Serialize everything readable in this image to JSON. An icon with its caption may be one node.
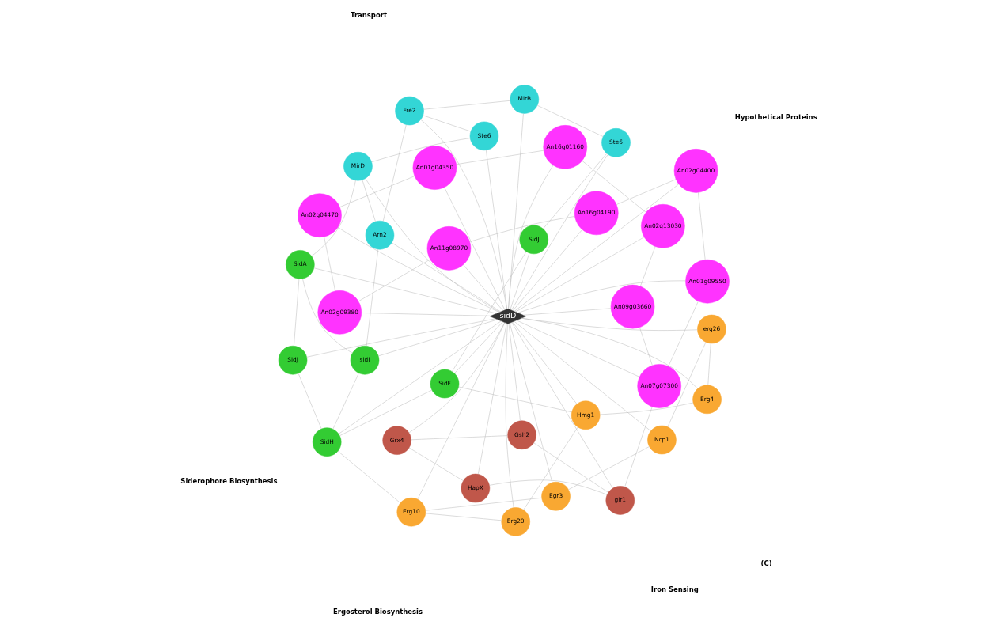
{
  "diagram": {
    "nodes": [
      {
        "text": [
          "glr1"
        ]
      },
      {
        "text": [
          "Gsh2"
        ]
      },
      {
        "text": [
          "HapX"
        ]
      },
      {
        "text": [
          "Grx4"
        ]
      },
      {
        "text": [
          "Egr3"
        ]
      },
      {
        "text": [
          "Ncp1"
        ]
      },
      {
        "text": [
          "Erg10"
        ]
      },
      {
        "text": [
          "erg26"
        ]
      },
      {
        "text": [
          "Erg20"
        ]
      },
      {
        "text": [
          "Erg4"
        ]
      },
      {
        "text": [
          "Hmg1"
        ]
      },
      {
        "text": [
          "An07g07300"
        ]
      },
      {
        "text": [
          "An01g09550"
        ]
      },
      {
        "text": [
          "An09g03660"
        ]
      },
      {
        "text": [
          "An02g04400"
        ]
      },
      {
        "text": [
          "An02g13030"
        ]
      },
      {
        "text": [
          "An16g04190"
        ]
      },
      {
        "text": [
          "An16g01160"
        ]
      },
      {
        "text": [
          "An11g08970"
        ]
      },
      {
        "text": [
          "An01g04350"
        ]
      },
      {
        "text": [
          "An02g04470"
        ]
      },
      {
        "text": [
          "An02g09380"
        ]
      },
      {
        "text": [
          "sidD"
        ]
      },
      {
        "text": [
          "SidF"
        ]
      },
      {
        "text": [
          "SidJ"
        ]
      },
      {
        "text": [
          "SidH"
        ]
      },
      {
        "text": [
          "sidI"
        ]
      },
      {
        "text": [
          "SidJ"
        ]
      },
      {
        "text": [
          "SidA"
        ]
      },
      {
        "text": [
          "Ste6"
        ]
      },
      {
        "text": [
          "MirB"
        ]
      },
      {
        "text": [
          "Arn2"
        ]
      },
      {
        "text": [
          "Fre2"
        ]
      },
      {
        "text": [
          "MirD"
        ]
      },
      {
        "text": [
          "Ste6"
        ]
      }
    ],
    "edges": [
      {
        "from": 22,
        "to": 0,
        "arrow": "none"
      },
      {
        "from": 22,
        "to": 1,
        "arrow": "none"
      },
      {
        "from": 22,
        "to": 2,
        "arrow": "none"
      },
      {
        "from": 22,
        "to": 3,
        "arrow": "none"
      },
      {
        "from": 22,
        "to": 4,
        "arrow": "none"
      },
      {
        "from": 22,
        "to": 5,
        "arrow": "none"
      },
      {
        "from": 22,
        "to": 6,
        "arrow": "none"
      },
      {
        "from": 22,
        "to": 7,
        "arrow": "none"
      },
      {
        "from": 22,
        "to": 8,
        "arrow": "none"
      },
      {
        "from": 22,
        "to": 9,
        "arrow": "none"
      },
      {
        "from": 22,
        "to": 10,
        "arrow": "none"
      },
      {
        "from": 22,
        "to": 11,
        "arrow": "none"
      },
      {
        "from": 22,
        "to": 12,
        "arrow": "none"
      },
      {
        "from": 22,
        "to": 13,
        "arrow": "none"
      },
      {
        "from": 22,
        "to": 14,
        "arrow": "none"
      },
      {
        "from": 22,
        "to": 15,
        "arrow": "none"
      },
      {
        "from": 22,
        "to": 16,
        "arrow": "none"
      },
      {
        "from": 22,
        "to": 17,
        "arrow": "none"
      },
      {
        "from": 22,
        "to": 18,
        "arrow": "none"
      },
      {
        "from": 22,
        "to": 19,
        "arrow": "none"
      },
      {
        "from": 22,
        "to": 20,
        "arrow": "none"
      },
      {
        "from": 22,
        "to": 21,
        "arrow": "none"
      },
      {
        "from": 22,
        "to": 23,
        "arrow": "none"
      },
      {
        "from": 22,
        "to": 24,
        "arrow": "none"
      },
      {
        "from": 22,
        "to": 25,
        "arrow": "none"
      },
      {
        "from": 22,
        "to": 26,
        "arrow": "none"
      },
      {
        "from": 22,
        "to": 27,
        "arrow": "none"
      },
      {
        "from": 22,
        "to": 28,
        "arrow": "none"
      },
      {
        "from": 22,
        "to": 29,
        "arrow": "none"
      },
      {
        "from": 22,
        "to": 30,
        "arrow": "none"
      },
      {
        "from": 22,
        "to": 31,
        "arrow": "none"
      },
      {
        "from": 22,
        "to": 32,
        "arrow": "none"
      },
      {
        "from": 22,
        "to": 33,
        "arrow": "none"
      },
      {
        "from": 22,
        "to": 34,
        "arrow": "none"
      },
      {
        "from": 0,
        "to": 1,
        "arrow": "none"
      },
      {
        "from": 0,
        "to": 2,
        "arrow": "none"
      },
      {
        "from": 1,
        "to": 3,
        "arrow": "none"
      },
      {
        "from": 2,
        "to": 3,
        "arrow": "none"
      },
      {
        "from": 4,
        "to": 6,
        "arrow": "none"
      },
      {
        "from": 4,
        "to": 5,
        "arrow": "none"
      },
      {
        "from": 6,
        "to": 8,
        "arrow": "none"
      },
      {
        "from": 8,
        "to": 10,
        "arrow": "none"
      },
      {
        "from": 10,
        "to": 9,
        "arrow": "none"
      },
      {
        "from": 5,
        "to": 7,
        "arrow": "none"
      },
      {
        "from": 7,
        "to": 9,
        "arrow": "none"
      },
      {
        "from": 11,
        "to": 12,
        "arrow": "none"
      },
      {
        "from": 12,
        "to": 14,
        "arrow": "none"
      },
      {
        "from": 14,
        "to": 16,
        "arrow": "none"
      },
      {
        "from": 16,
        "to": 18,
        "arrow": "none"
      },
      {
        "from": 18,
        "to": 21,
        "arrow": "none"
      },
      {
        "from": 21,
        "to": 20,
        "arrow": "none"
      },
      {
        "from": 20,
        "to": 19,
        "arrow": "none"
      },
      {
        "from": 19,
        "to": 17,
        "arrow": "none"
      },
      {
        "from": 17,
        "to": 15,
        "arrow": "none"
      },
      {
        "from": 15,
        "to": 13,
        "arrow": "none"
      },
      {
        "from": 13,
        "to": 11,
        "arrow": "none"
      },
      {
        "from": 23,
        "to": 24,
        "arrow": "none"
      },
      {
        "from": 23,
        "to": 25,
        "arrow": "none"
      },
      {
        "from": 25,
        "to": 26,
        "arrow": "none"
      },
      {
        "from": 25,
        "to": 27,
        "arrow": "none"
      },
      {
        "from": 27,
        "to": 28,
        "arrow": "none"
      },
      {
        "from": 26,
        "to": 28,
        "arrow": "none"
      },
      {
        "from": 29,
        "to": 30,
        "arrow": "none"
      },
      {
        "from": 31,
        "to": 32,
        "arrow": "none"
      },
      {
        "from": 31,
        "to": 33,
        "arrow": "none"
      },
      {
        "from": 33,
        "to": 34,
        "arrow": "none"
      },
      {
        "from": 30,
        "to": 32,
        "arrow": "none"
      },
      {
        "from": 32,
        "to": 34,
        "arrow": "none"
      },
      {
        "from": 24,
        "to": 29,
        "arrow": "none"
      },
      {
        "from": 26,
        "to": 31,
        "arrow": "none"
      },
      {
        "from": 28,
        "to": 33,
        "arrow": "none"
      },
      {
        "from": 0,
        "to": 11,
        "arrow": "none"
      },
      {
        "from": 6,
        "to": 25,
        "arrow": "none"
      },
      {
        "from": 10,
        "to": 23,
        "arrow": "none"
      }
    ],
    "labels": [
      "(C)",
      "Iron Sensing",
      "Ergosterol Biosynthesis",
      "Hypothetical Proteins",
      "Siderophore Biosynthesis",
      "Transport"
    ]
  }
}
